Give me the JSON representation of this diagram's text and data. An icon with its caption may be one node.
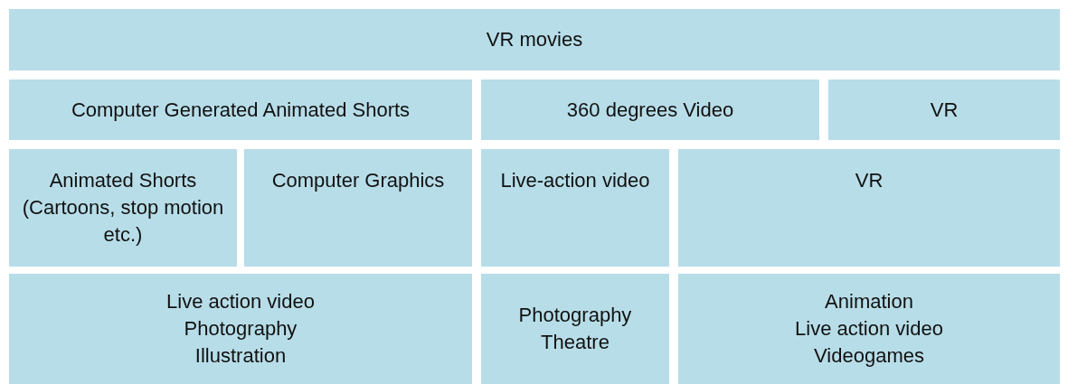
{
  "diagram": {
    "nodes": [
      {
        "text": [
          "VR movies"
        ]
      },
      {
        "text": [
          "Computer Generated Animated Shorts"
        ]
      },
      {
        "text": [
          "360 degrees Video"
        ]
      },
      {
        "text": [
          "VR"
        ]
      },
      {
        "text": [
          "Animated Shorts (Cartoons, stop motion etc.)"
        ]
      },
      {
        "text": [
          "Computer Graphics"
        ]
      },
      {
        "text": [
          "Live-action video"
        ]
      },
      {
        "text": [
          "VR"
        ]
      },
      {
        "text": [
          "Live action video",
          "Photography",
          "Illustration"
        ]
      },
      {
        "text": [
          "Photography",
          "Theatre"
        ]
      },
      {
        "text": [
          "Animation",
          "Live action video",
          "Videogames"
        ]
      }
    ]
  }
}
